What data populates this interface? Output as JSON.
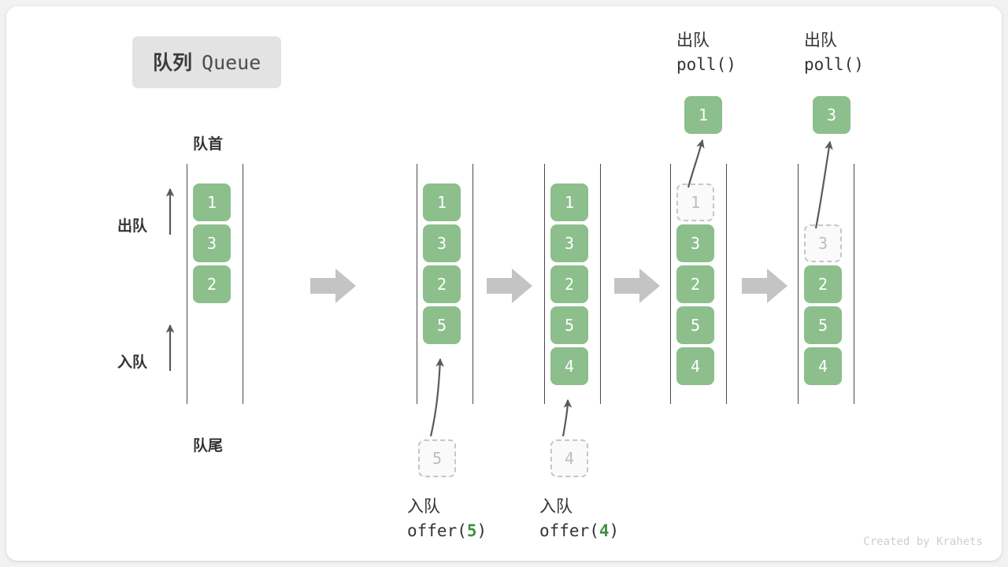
{
  "title": {
    "cn": "队列",
    "en": "Queue"
  },
  "labels": {
    "front": "队首",
    "rear": "队尾",
    "dequeue": "出队",
    "enqueue": "入队"
  },
  "credit": "Created by Krahets",
  "colors": {
    "element_fill": "#8cbf8c",
    "element_text": "#ffffff",
    "ghost_border": "#c6c6c6",
    "ghost_text": "#bdbdbd",
    "rail": "#4a4a4a",
    "arrow": "#5a5a5a",
    "step_arrow": "#c4c4c4",
    "code_arg": "#3f9142",
    "badge_bg": "#e3e3e3"
  },
  "steps": [
    {
      "id": "initial",
      "top_label": null,
      "bottom_label": null,
      "output": null,
      "pending": null,
      "slots": [
        {
          "value": "1",
          "state": "filled"
        },
        {
          "value": "3",
          "state": "filled"
        },
        {
          "value": "2",
          "state": "filled"
        },
        {
          "value": "",
          "state": "empty"
        },
        {
          "value": "",
          "state": "empty"
        }
      ]
    },
    {
      "id": "offer-5",
      "top_label": null,
      "bottom_label": {
        "cn": "入队",
        "code_prefix": "offer(",
        "arg": "5",
        "code_suffix": ")"
      },
      "output": null,
      "pending": "5",
      "slots": [
        {
          "value": "1",
          "state": "filled"
        },
        {
          "value": "3",
          "state": "filled"
        },
        {
          "value": "2",
          "state": "filled"
        },
        {
          "value": "5",
          "state": "filled"
        },
        {
          "value": "",
          "state": "empty"
        }
      ]
    },
    {
      "id": "offer-4",
      "top_label": null,
      "bottom_label": {
        "cn": "入队",
        "code_prefix": "offer(",
        "arg": "4",
        "code_suffix": ")"
      },
      "output": null,
      "pending": "4",
      "slots": [
        {
          "value": "1",
          "state": "filled"
        },
        {
          "value": "3",
          "state": "filled"
        },
        {
          "value": "2",
          "state": "filled"
        },
        {
          "value": "5",
          "state": "filled"
        },
        {
          "value": "4",
          "state": "filled"
        }
      ]
    },
    {
      "id": "poll-1",
      "top_label": {
        "cn": "出队",
        "code": "poll()"
      },
      "bottom_label": null,
      "output": "1",
      "pending": null,
      "slots": [
        {
          "value": "1",
          "state": "ghost"
        },
        {
          "value": "3",
          "state": "filled"
        },
        {
          "value": "2",
          "state": "filled"
        },
        {
          "value": "5",
          "state": "filled"
        },
        {
          "value": "4",
          "state": "filled"
        }
      ]
    },
    {
      "id": "poll-3",
      "top_label": {
        "cn": "出队",
        "code": "poll()"
      },
      "bottom_label": null,
      "output": "3",
      "pending": null,
      "slots": [
        {
          "value": "",
          "state": "empty"
        },
        {
          "value": "3",
          "state": "ghost"
        },
        {
          "value": "2",
          "state": "filled"
        },
        {
          "value": "5",
          "state": "filled"
        },
        {
          "value": "4",
          "state": "filled"
        }
      ]
    }
  ]
}
